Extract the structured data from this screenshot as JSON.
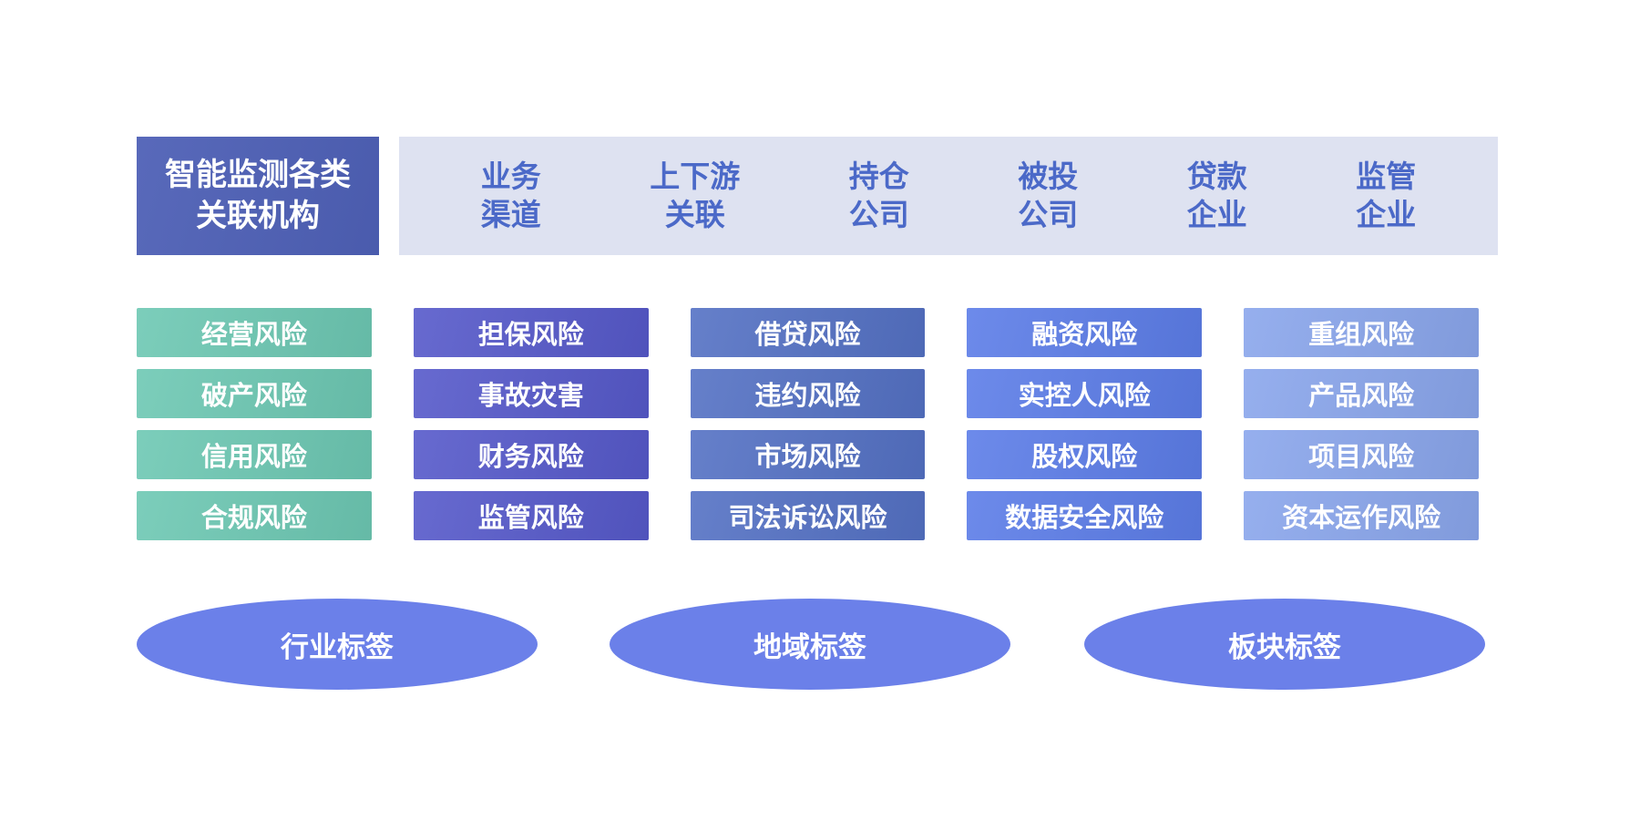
{
  "page": {
    "background": "#ffffff"
  },
  "header": {
    "title_box": {
      "line1": "智能监测各类",
      "line2": "关联机构",
      "bg": "#4e60b6",
      "text_color": "#ffffff"
    },
    "bar": {
      "bg": "#dee2f1",
      "text_color": "#4b69c8",
      "items": [
        {
          "line1": "业务",
          "line2": "渠道"
        },
        {
          "line1": "上下游",
          "line2": "关联"
        },
        {
          "line1": "持仓",
          "line2": "公司"
        },
        {
          "line1": "被投",
          "line2": "公司"
        },
        {
          "line1": "贷款",
          "line2": "企业"
        },
        {
          "line1": "监管",
          "line2": "企业"
        }
      ]
    }
  },
  "risk_columns": [
    {
      "name": "green-risk-column",
      "color": "#6dc8b3",
      "items": [
        "经营风险",
        "破产风险",
        "信用风险",
        "合规风险"
      ]
    },
    {
      "name": "indigo-risk-column",
      "color": "#5659ca",
      "items": [
        "担保风险",
        "事故灾害",
        "财务风险",
        "监管风险"
      ]
    },
    {
      "name": "steel-risk-column",
      "color": "#5471c4",
      "items": [
        "借贷风险",
        "违约风险",
        "市场风险",
        "司法诉讼风险"
      ]
    },
    {
      "name": "blue-risk-column",
      "color": "#5c7de8",
      "items": [
        "融资风险",
        "实控人风险",
        "股权风险",
        "数据安全风险"
      ]
    },
    {
      "name": "light-risk-column",
      "color": "#8aa6ec",
      "items": [
        "重组风险",
        "产品风险",
        "项目风险",
        "资本运作风险"
      ]
    }
  ],
  "tags": {
    "bg": "#6b80e9",
    "items": [
      "行业标签",
      "地域标签",
      "板块标签"
    ]
  }
}
